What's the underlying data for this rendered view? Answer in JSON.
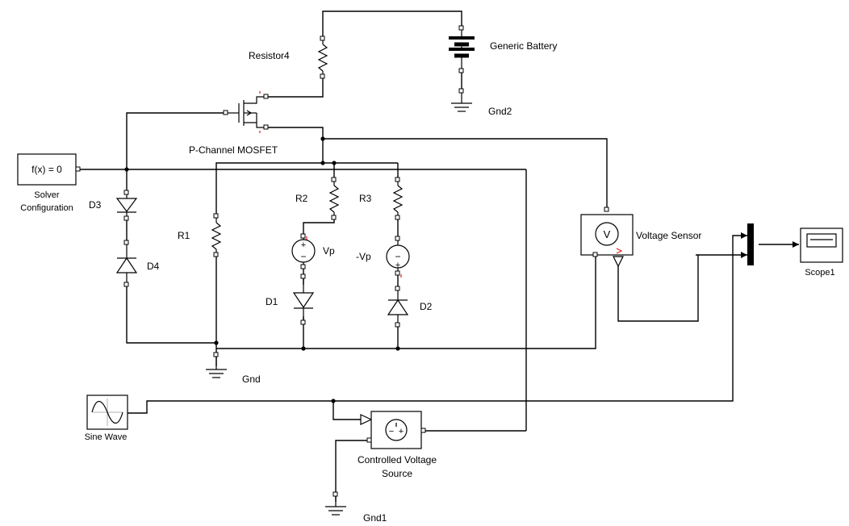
{
  "diagram": {
    "blocks": {
      "resistor4": {
        "label": "Resistor4"
      },
      "battery": {
        "label": "Generic Battery"
      },
      "gnd2": {
        "label": "Gnd2"
      },
      "mosfet": {
        "label": "P-Channel MOSFET"
      },
      "solver": {
        "text": "f(x) = 0",
        "label_line1": "Solver",
        "label_line2": "Configuration"
      },
      "d3": {
        "label": "D3"
      },
      "d4": {
        "label": "D4"
      },
      "r1": {
        "label": "R1"
      },
      "r2": {
        "label": "R2"
      },
      "r3": {
        "label": "R3"
      },
      "vp": {
        "label": "Vp"
      },
      "neg_vp": {
        "label": "-Vp"
      },
      "d1": {
        "label": "D1"
      },
      "d2": {
        "label": "D2"
      },
      "gnd": {
        "label": "Gnd"
      },
      "voltage_sensor": {
        "symbol": "V",
        "label": "Voltage Sensor"
      },
      "scope1": {
        "label": "Scope1"
      },
      "sine_wave": {
        "label": "Sine Wave"
      },
      "cvs": {
        "label_line1": "Controlled Voltage",
        "label_line2": "Source"
      },
      "gnd1": {
        "label": "Gnd1"
      }
    }
  }
}
